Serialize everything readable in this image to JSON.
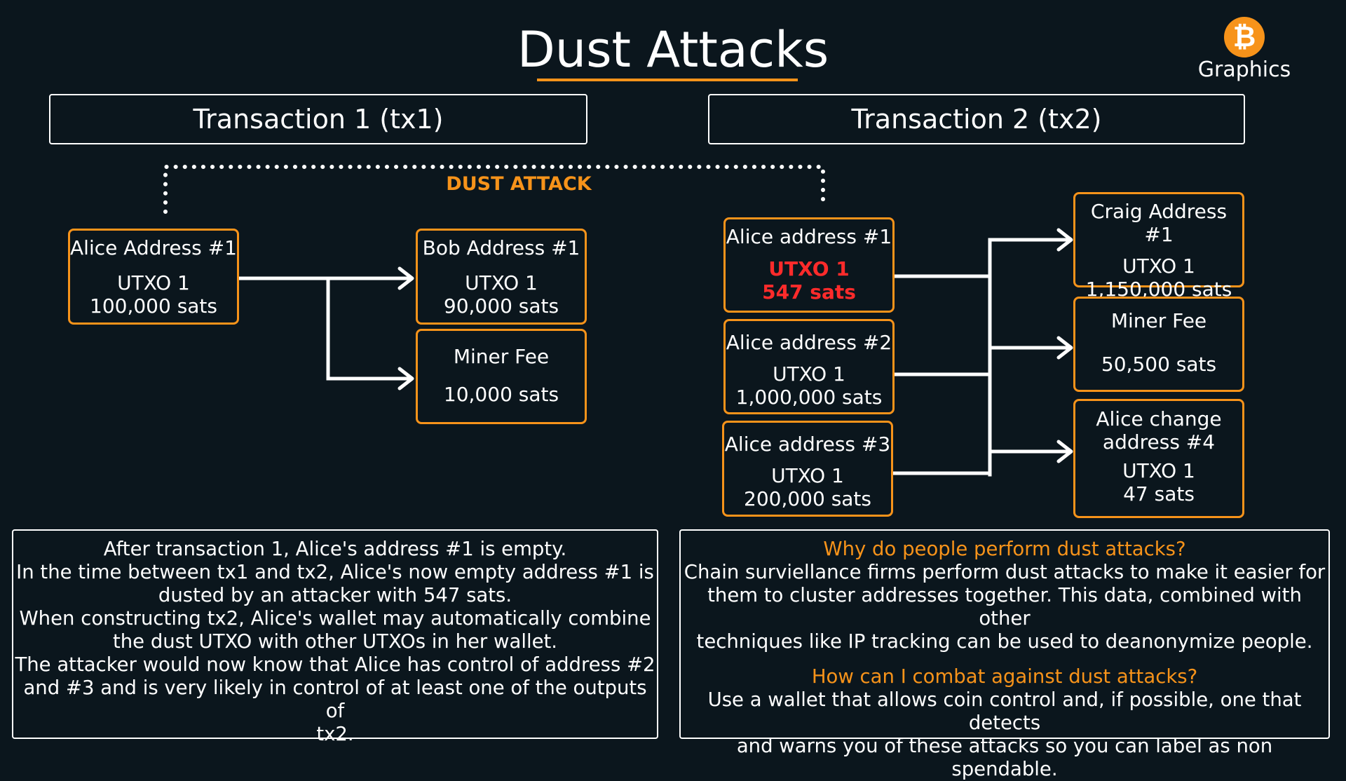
{
  "title": "Dust Attacks",
  "logo": {
    "glyph": "₿",
    "text": "Graphics",
    "icon": "bitcoin-icon"
  },
  "colors": {
    "accent": "#f7931a",
    "background": "#0b161d",
    "highlight": "#ff2b2b"
  },
  "tx1": {
    "header": "Transaction 1 (tx1)",
    "input": {
      "address": "Alice Address #1",
      "utxo": "UTXO 1",
      "amount": "100,000 sats"
    },
    "outputs": [
      {
        "address": "Bob Address #1",
        "utxo": "UTXO 1",
        "amount": "90,000 sats"
      },
      {
        "address": "Miner Fee",
        "amount": "10,000 sats"
      }
    ]
  },
  "dust_attack_label": "DUST ATTACK",
  "tx2": {
    "header": "Transaction 2 (tx2)",
    "inputs": [
      {
        "address": "Alice address #1",
        "utxo": "UTXO 1",
        "amount": "547 sats",
        "highlight": true
      },
      {
        "address": "Alice address #2",
        "utxo": "UTXO 1",
        "amount": "1,000,000 sats"
      },
      {
        "address": "Alice address #3",
        "utxo": "UTXO 1",
        "amount": "200,000 sats"
      }
    ],
    "outputs": [
      {
        "address": "Craig Address #1",
        "utxo": "UTXO 1",
        "amount": "1,150,000 sats"
      },
      {
        "address": "Miner Fee",
        "amount": "50,500 sats"
      },
      {
        "address_line1": "Alice change",
        "address_line2": "address #4",
        "utxo": "UTXO 1",
        "amount": "47 sats"
      }
    ]
  },
  "explanation": {
    "lines": [
      "After transaction 1, Alice's address #1 is empty.",
      "In the time between tx1 and tx2, Alice's now empty address #1 is",
      "dusted by an attacker with 547 sats.",
      "When constructing tx2, Alice's wallet may automatically combine",
      "the dust UTXO with other UTXOs in her wallet.",
      "The attacker would now know that Alice has control of address #2",
      "and #3 and is very likely in control of at least one of the outputs of",
      "tx2."
    ]
  },
  "faq": {
    "q1": "Why do people perform dust attacks?",
    "a1": [
      "Chain surviellance firms perform dust attacks to make it easier for",
      "them to cluster addresses together. This data, combined with other",
      "techniques like IP tracking can be used to deanonymize people."
    ],
    "q2": "How can I combat against dust attacks?",
    "a2": [
      "Use a wallet that allows coin control and, if possible, one that detects",
      "and warns you of these attacks so you can label as non spendable."
    ]
  }
}
